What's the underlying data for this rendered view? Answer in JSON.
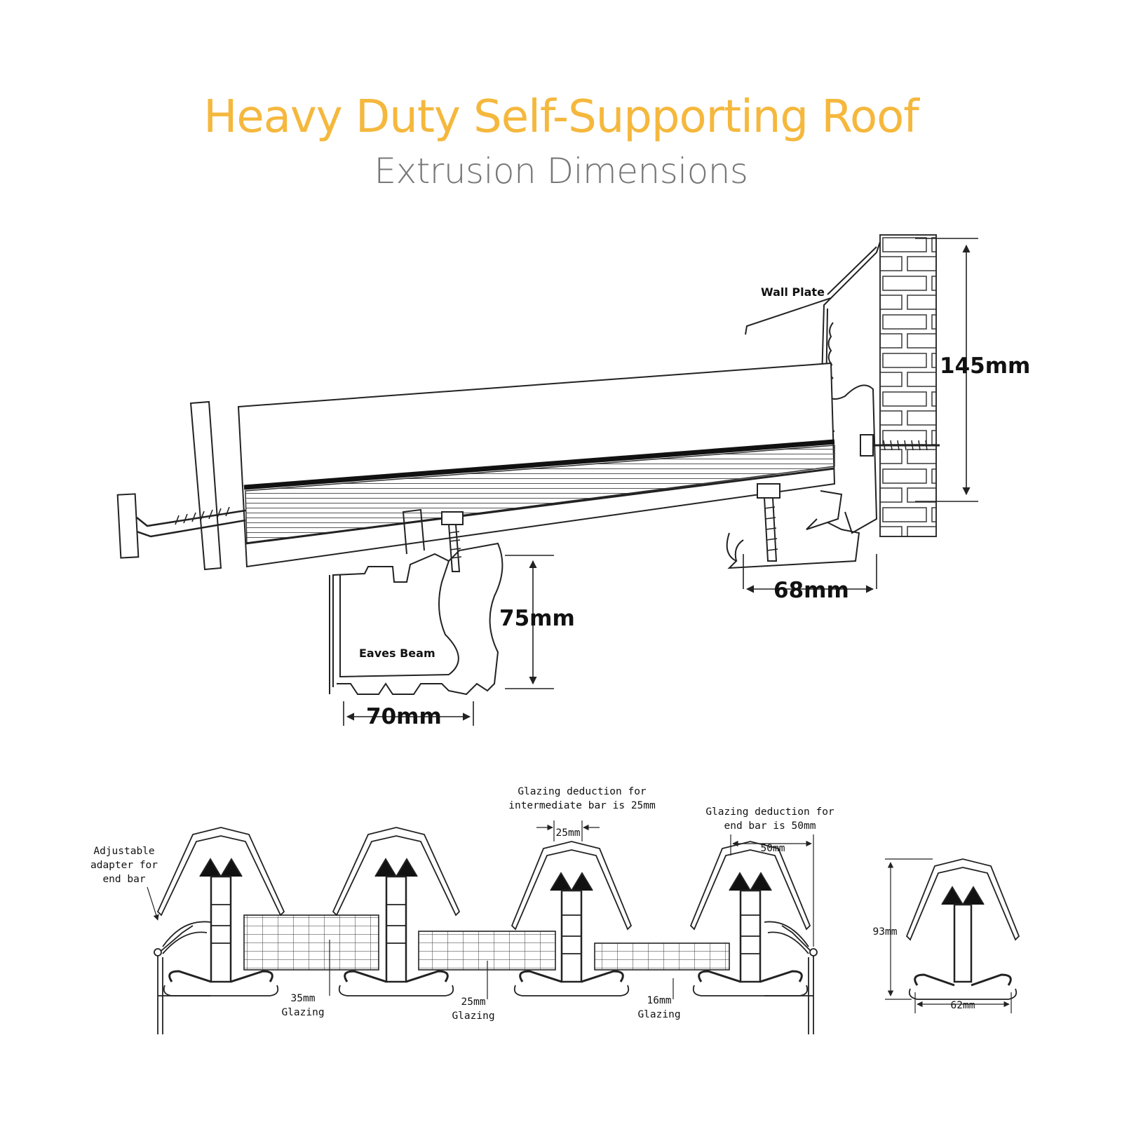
{
  "header": {
    "title": "Heavy Duty Self-Supporting Roof",
    "subtitle": "Extrusion Dimensions"
  },
  "colors": {
    "title": "#f5b83d",
    "subtitle": "#777777",
    "line": "#222222"
  },
  "upper_diagram": {
    "wall_plate_label": "Wall Plate",
    "eaves_beam_label": "Eaves Beam",
    "dim_wall_height": "145mm",
    "dim_wall_width": "68mm",
    "dim_beam_height": "75mm",
    "dim_beam_width": "70mm"
  },
  "lower_diagram": {
    "adapter_note": [
      "Adjustable",
      "adapter for",
      "end bar"
    ],
    "intermediate_note": [
      "Glazing deduction for",
      "intermediate bar is 25mm"
    ],
    "end_note": [
      "Glazing deduction for",
      "end bar is 50mm"
    ],
    "dim_25": "25mm",
    "dim_50": "50mm",
    "dim_93": "93mm",
    "dim_62": "62mm",
    "glazing_35": [
      "35mm",
      "Glazing"
    ],
    "glazing_25": [
      "25mm",
      "Glazing"
    ],
    "glazing_16": [
      "16mm",
      "Glazing"
    ]
  }
}
